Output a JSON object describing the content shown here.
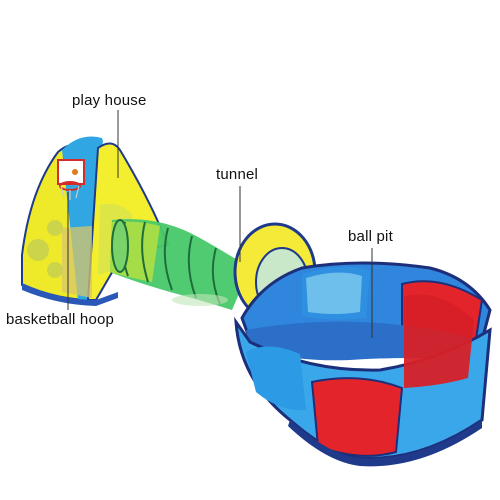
{
  "labels": {
    "play_house": "play house",
    "tunnel": "tunnel",
    "ball_pit": "ball pit",
    "basketball_hoop": "basketball hoop"
  },
  "colors": {
    "background": "#ffffff",
    "tent_yellow": "#f2ee2c",
    "tent_blue": "#2aa8e6",
    "tunnel_green": "#3fc86a",
    "ring_yellow": "#f7ea3a",
    "pit_blue": "#2f7fd8",
    "pad_red": "#e2242b",
    "pad_light_blue": "#7cc8ee",
    "trim_navy": "#20307a",
    "leader_line": "#333333"
  }
}
